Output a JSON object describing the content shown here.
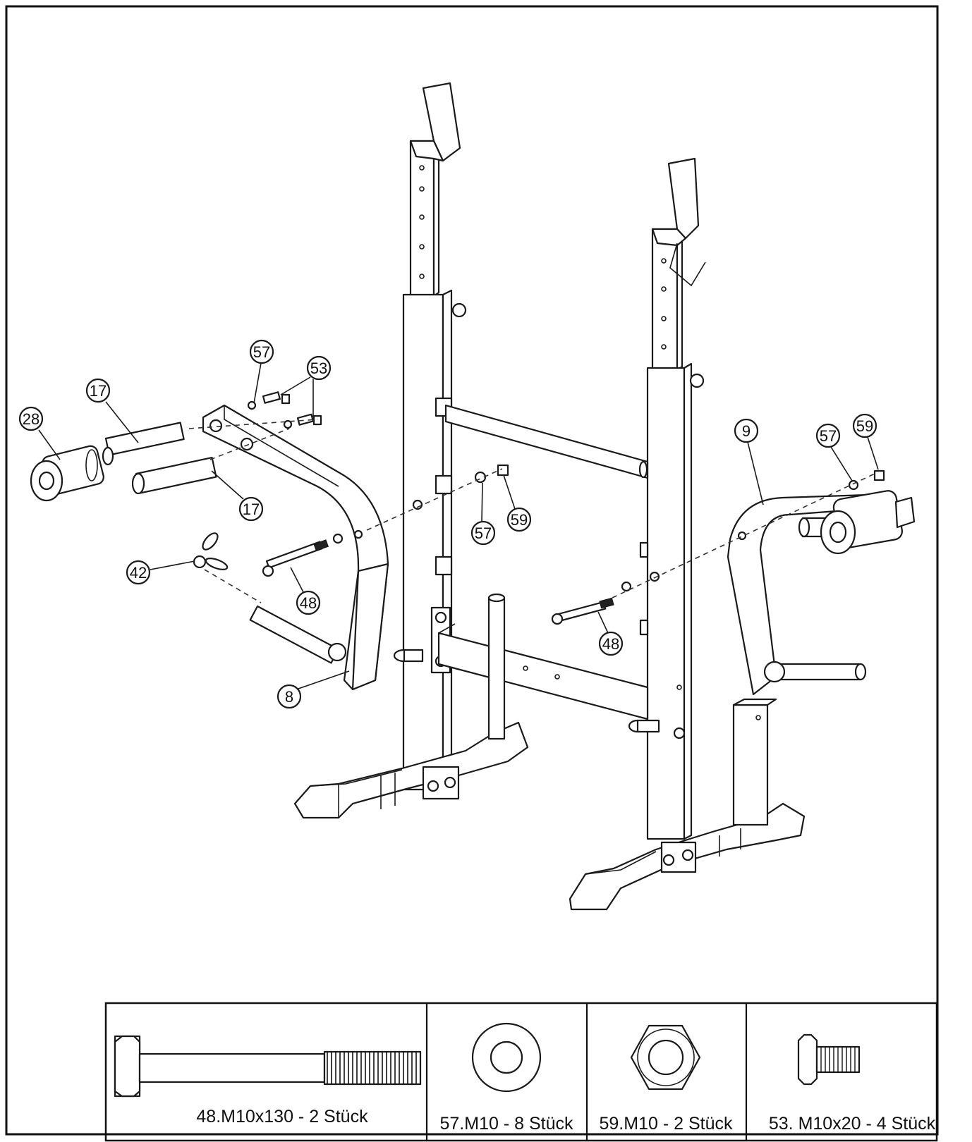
{
  "callouts": [
    {
      "id": "c57a",
      "label": "57"
    },
    {
      "id": "c53",
      "label": "53"
    },
    {
      "id": "c17a",
      "label": "17"
    },
    {
      "id": "c28",
      "label": "28"
    },
    {
      "id": "c17b",
      "label": "17"
    },
    {
      "id": "c42",
      "label": "42"
    },
    {
      "id": "c48a",
      "label": "48"
    },
    {
      "id": "c8",
      "label": "8"
    },
    {
      "id": "c57b",
      "label": "57"
    },
    {
      "id": "c59a",
      "label": "59"
    },
    {
      "id": "c9",
      "label": "9"
    },
    {
      "id": "c57c",
      "label": "57"
    },
    {
      "id": "c59b",
      "label": "59"
    },
    {
      "id": "c48b",
      "label": "48"
    }
  ],
  "parts_table": {
    "bolt_long": "48.M10x130  -  2  Stück",
    "washer": "57.M10  -  8  Stück",
    "nut": "59.M10  -  2  Stück",
    "bolt_short": "53.  M10x20  -  4  Stück"
  }
}
